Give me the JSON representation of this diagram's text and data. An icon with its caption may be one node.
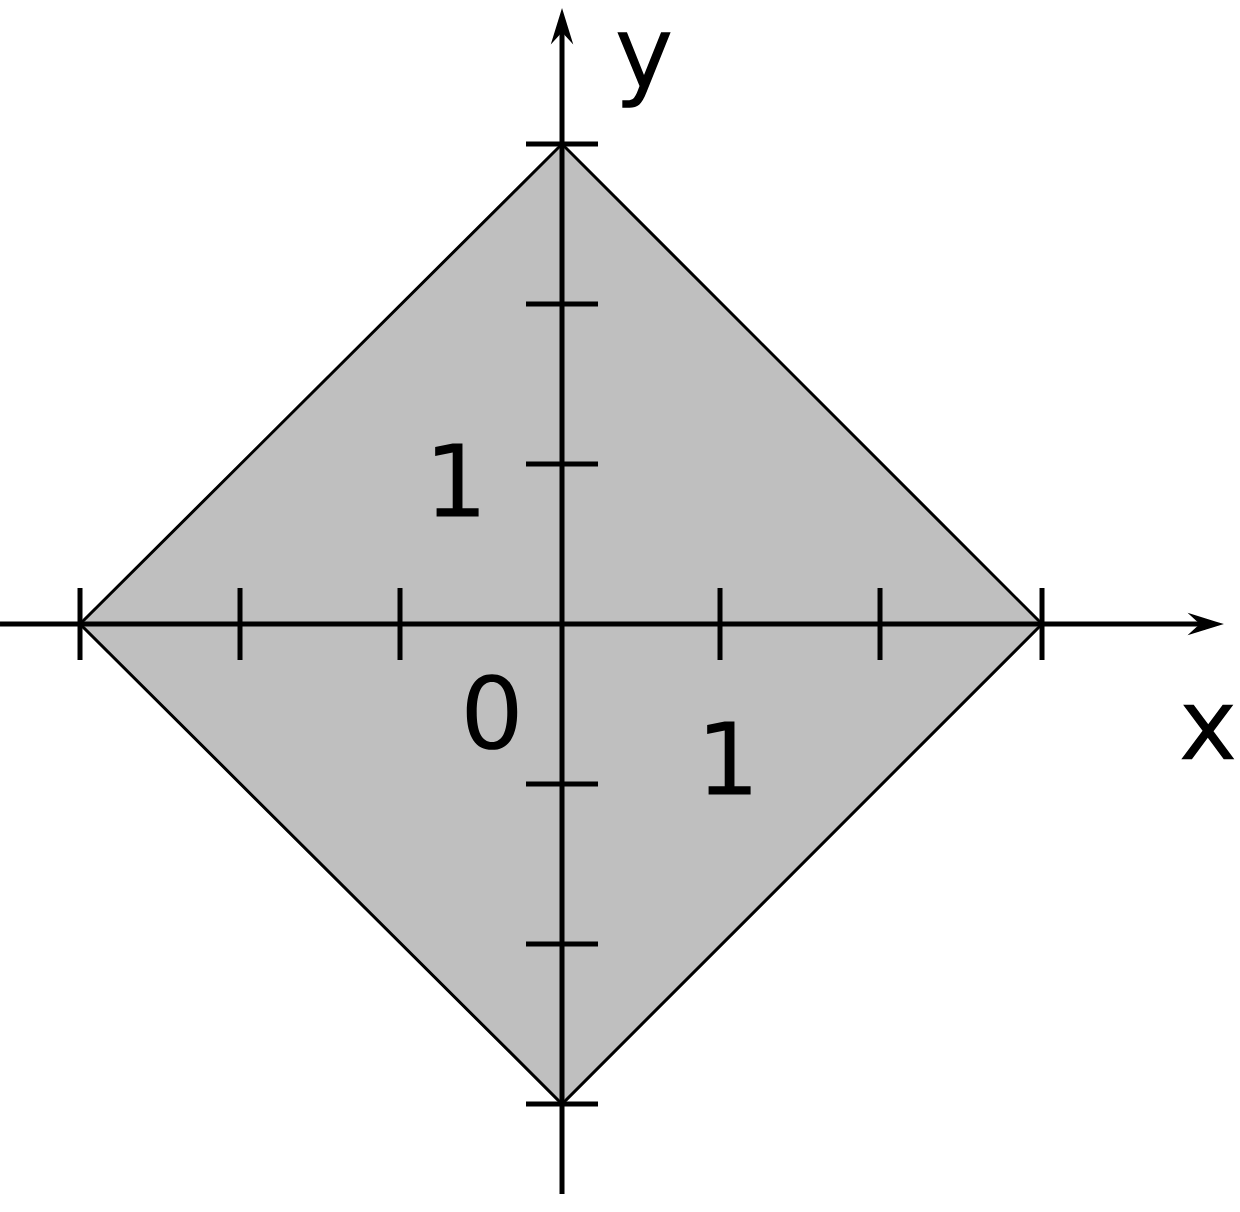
{
  "diagram": {
    "labels": [
      "y",
      "1",
      "0",
      "x",
      "1"
    ]
  }
}
